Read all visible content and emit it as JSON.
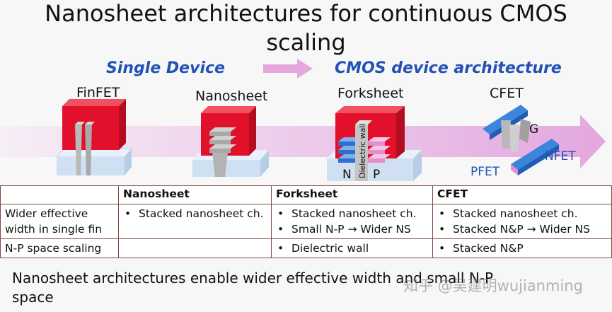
{
  "title": {
    "line1": "Nanosheet architectures for continuous CMOS",
    "line2": "scaling"
  },
  "sections": {
    "single": "Single Device",
    "cmos": "CMOS device architecture"
  },
  "devices": {
    "finfet": "FinFET",
    "nanosheet": "Nanosheet",
    "forksheet": "Forksheet",
    "cfet": "CFET"
  },
  "diagram_labels": {
    "dielectric_wall": "Dielectric wall",
    "n": "N",
    "p": "P",
    "g": "G",
    "pfet": "PFET",
    "nfet": "NFET"
  },
  "table": {
    "headers": [
      "",
      "Nanosheet",
      "Forksheet",
      "CFET"
    ],
    "rows": [
      {
        "label": "Wider effective width in single fin",
        "nanosheet": [
          "Stacked nanosheet ch."
        ],
        "forksheet": [
          "Stacked nanosheet ch.",
          "Small N-P → Wider NS"
        ],
        "cfet": [
          "Stacked nanosheet ch.",
          "Stacked N&P → Wider NS"
        ]
      },
      {
        "label": "N-P space scaling",
        "nanosheet": [],
        "forksheet": [
          "Dielectric wall"
        ],
        "cfet": [
          "Stacked N&P"
        ]
      }
    ]
  },
  "footer": "Nanosheet architectures enable wider effective width and small N-P space",
  "watermark": "知乎 @吴建明wujianming",
  "colors": {
    "accent_blue": "#2251b7",
    "arrow_pink": "#e4a8dc",
    "gate_red": "#e3102b",
    "substrate_blue": "#cfe0f3",
    "table_border": "#7b4b40"
  }
}
